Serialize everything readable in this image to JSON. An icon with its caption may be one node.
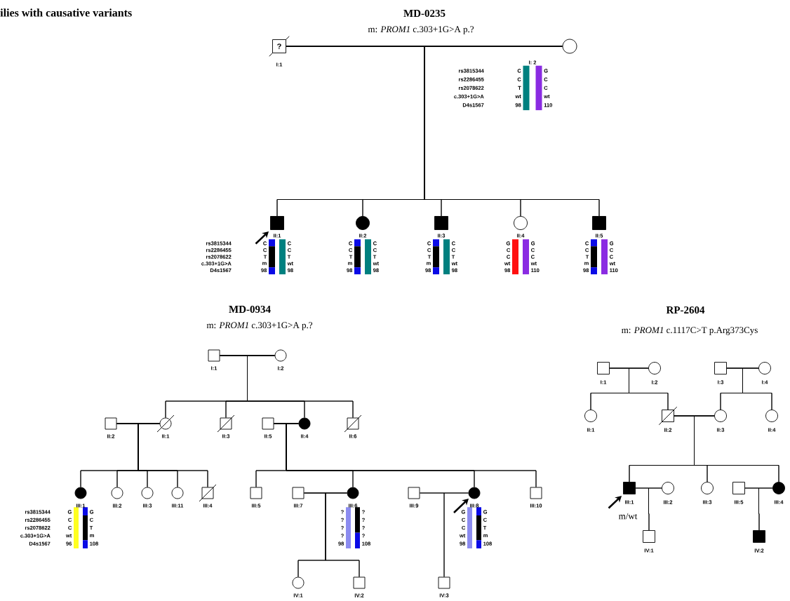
{
  "diagram": {
    "title": "ilies with causative variants",
    "nodes": [
      {
        "text": [
          "?"
        ],
        "beside": [
          "I:1"
        ]
      },
      {
        "text": [],
        "shape": "circle",
        "beside": [
          "I: 2",
          "C",
          "C",
          "T",
          "wt",
          "98",
          "G",
          "C",
          "C",
          "wt",
          "110"
        ]
      },
      {
        "text": [],
        "shape": "box",
        "beside": [
          "II:1",
          "C",
          "C",
          "T",
          "m",
          "98",
          "C",
          "C",
          "T",
          "wt",
          "98"
        ]
      },
      {
        "text": [],
        "shape": "circle",
        "beside": [
          "II:2",
          "C",
          "C",
          "T",
          "m",
          "98",
          "C",
          "C",
          "T",
          "wt",
          "98"
        ]
      },
      {
        "text": [],
        "shape": "box",
        "beside": [
          "II:3",
          "C",
          "C",
          "T",
          "m",
          "98",
          "C",
          "C",
          "T",
          "wt",
          "98"
        ]
      },
      {
        "text": [],
        "shape": "circle",
        "beside": [
          "II:4",
          "G",
          "C",
          "C",
          "wt",
          "98",
          "G",
          "C",
          "C",
          "wt",
          "110"
        ]
      },
      {
        "text": [],
        "shape": "box",
        "beside": [
          "II:5",
          "C",
          "C",
          "T",
          "m",
          "98",
          "G",
          "C",
          "C",
          "wt",
          "110"
        ]
      },
      {
        "text": [],
        "shape": "box",
        "beside": [
          "I:1"
        ]
      },
      {
        "text": [],
        "shape": "circle",
        "beside": [
          "I:2"
        ]
      },
      {
        "text": [],
        "shape": "box",
        "beside": [
          "II:2"
        ]
      },
      {
        "text": [],
        "shape": "circle",
        "beside": [
          "II:1"
        ]
      },
      {
        "text": [],
        "shape": "box",
        "beside": [
          "II:3"
        ]
      },
      {
        "text": [],
        "shape": "box",
        "beside": [
          "II:5"
        ]
      },
      {
        "text": [],
        "shape": "circle",
        "beside": [
          "II:4"
        ]
      },
      {
        "text": [],
        "shape": "box",
        "beside": [
          "II:6"
        ]
      },
      {
        "text": [],
        "shape": "circle",
        "beside": [
          "III:1",
          "G",
          "C",
          "C",
          "wt",
          "96",
          "G",
          "C",
          "T",
          "m",
          "108"
        ]
      },
      {
        "text": [],
        "shape": "circle",
        "beside": [
          "III:2"
        ]
      },
      {
        "text": [],
        "shape": "circle",
        "beside": [
          "III:3"
        ]
      },
      {
        "text": [],
        "shape": "circle",
        "beside": [
          "III:11"
        ]
      },
      {
        "text": [],
        "shape": "box",
        "beside": [
          "III:4"
        ]
      },
      {
        "text": [],
        "shape": "box",
        "beside": [
          "III:5"
        ]
      },
      {
        "text": [],
        "shape": "box",
        "beside": [
          "III:7"
        ]
      },
      {
        "text": [],
        "shape": "circle",
        "beside": [
          "III:6",
          "?",
          "?",
          "?",
          "?",
          "98",
          "?",
          "?",
          "?",
          "?",
          "108"
        ]
      },
      {
        "text": [],
        "shape": "box",
        "beside": [
          "III:9"
        ]
      },
      {
        "text": [],
        "shape": "circle",
        "beside": [
          "III:8",
          "G",
          "C",
          "C",
          "wt",
          "98",
          "G",
          "C",
          "T",
          "m",
          "108"
        ]
      },
      {
        "text": [],
        "shape": "box",
        "beside": [
          "III:10"
        ]
      },
      {
        "text": [],
        "shape": "circle",
        "beside": [
          "IV:1"
        ]
      },
      {
        "text": [],
        "shape": "box",
        "beside": [
          "IV:2"
        ]
      },
      {
        "text": [],
        "shape": "box",
        "beside": [
          "IV:3"
        ]
      },
      {
        "text": [],
        "shape": "box",
        "beside": [
          "I:1"
        ]
      },
      {
        "text": [],
        "shape": "circle",
        "beside": [
          "I:2"
        ]
      },
      {
        "text": [],
        "shape": "box",
        "beside": [
          "I:3"
        ]
      },
      {
        "text": [],
        "shape": "circle",
        "beside": [
          "I:4"
        ]
      },
      {
        "text": [],
        "shape": "circle",
        "beside": [
          "II:1"
        ]
      },
      {
        "text": [],
        "shape": "box",
        "beside": [
          "II:2"
        ]
      },
      {
        "text": [],
        "shape": "circle",
        "beside": [
          "II:3"
        ]
      },
      {
        "text": [],
        "shape": "circle",
        "beside": [
          "II:4"
        ]
      },
      {
        "text": [],
        "shape": "box",
        "beside": [
          "III:1",
          "m/wt"
        ]
      },
      {
        "text": [],
        "shape": "circle",
        "beside": [
          "III:2"
        ]
      },
      {
        "text": [],
        "shape": "circle",
        "beside": [
          "III:3"
        ]
      },
      {
        "text": [],
        "shape": "box",
        "beside": [
          "III:5"
        ]
      },
      {
        "text": [],
        "shape": "circle",
        "beside": [
          "III:4"
        ]
      },
      {
        "text": [],
        "shape": "box",
        "beside": [
          "IV:1"
        ]
      },
      {
        "text": [],
        "shape": "box",
        "beside": [
          "IV:2"
        ]
      }
    ],
    "edges": [
      {
        "from": 0,
        "to": 1,
        "arrow": "none"
      },
      {
        "from": 0,
        "to": 2,
        "arrow": "none"
      },
      {
        "from": 1,
        "to": 2,
        "arrow": "none"
      },
      {
        "from": 0,
        "to": 3,
        "arrow": "none"
      },
      {
        "from": 1,
        "to": 3,
        "arrow": "none"
      },
      {
        "from": 0,
        "to": 4,
        "arrow": "none"
      },
      {
        "from": 1,
        "to": 4,
        "arrow": "none"
      },
      {
        "from": 0,
        "to": 5,
        "arrow": "none"
      },
      {
        "from": 1,
        "to": 5,
        "arrow": "none"
      },
      {
        "from": 0,
        "to": 6,
        "arrow": "none"
      },
      {
        "from": 1,
        "to": 6,
        "arrow": "none"
      },
      {
        "from": null,
        "to": 2,
        "arrow": "to",
        "style": "thick"
      },
      {
        "from": 7,
        "to": 8,
        "arrow": "none"
      },
      {
        "from": 7,
        "to": 10,
        "arrow": "none"
      },
      {
        "from": 8,
        "to": 10,
        "arrow": "none"
      },
      {
        "from": 7,
        "to": 11,
        "arrow": "none"
      },
      {
        "from": 8,
        "to": 11,
        "arrow": "none"
      },
      {
        "from": 7,
        "to": 13,
        "arrow": "none"
      },
      {
        "from": 8,
        "to": 13,
        "arrow": "none"
      },
      {
        "from": 7,
        "to": 14,
        "arrow": "none"
      },
      {
        "from": 8,
        "to": 14,
        "arrow": "none"
      },
      {
        "from": 9,
        "to": 10,
        "arrow": "none"
      },
      {
        "from": 12,
        "to": 13,
        "arrow": "none"
      },
      {
        "from": 9,
        "to": 15,
        "arrow": "none"
      },
      {
        "from": 10,
        "to": 15,
        "arrow": "none"
      },
      {
        "from": 9,
        "to": 16,
        "arrow": "none"
      },
      {
        "from": 10,
        "to": 16,
        "arrow": "none"
      },
      {
        "from": 9,
        "to": 17,
        "arrow": "none"
      },
      {
        "from": 10,
        "to": 17,
        "arrow": "none"
      },
      {
        "from": 9,
        "to": 18,
        "arrow": "none"
      },
      {
        "from": 10,
        "to": 18,
        "arrow": "none"
      },
      {
        "from": 9,
        "to": 19,
        "arrow": "none"
      },
      {
        "from": 10,
        "to": 19,
        "arrow": "none"
      },
      {
        "from": 12,
        "to": 20,
        "arrow": "none"
      },
      {
        "from": 13,
        "to": 20,
        "arrow": "none"
      },
      {
        "from": 12,
        "to": 22,
        "arrow": "none"
      },
      {
        "from": 13,
        "to": 22,
        "arrow": "none"
      },
      {
        "from": 12,
        "to": 24,
        "arrow": "none"
      },
      {
        "from": 13,
        "to": 24,
        "arrow": "none"
      },
      {
        "from": 12,
        "to": 25,
        "arrow": "none"
      },
      {
        "from": 13,
        "to": 25,
        "arrow": "none"
      },
      {
        "from": 21,
        "to": 22,
        "arrow": "none"
      },
      {
        "from": 23,
        "to": 24,
        "arrow": "none"
      },
      {
        "from": null,
        "to": 24,
        "arrow": "to",
        "style": "thick"
      },
      {
        "from": 21,
        "to": 26,
        "arrow": "none"
      },
      {
        "from": 22,
        "to": 26,
        "arrow": "none"
      },
      {
        "from": 21,
        "to": 27,
        "arrow": "none"
      },
      {
        "from": 22,
        "to": 27,
        "arrow": "none"
      },
      {
        "from": 23,
        "to": 28,
        "arrow": "none"
      },
      {
        "from": 24,
        "to": 28,
        "arrow": "none"
      },
      {
        "from": 29,
        "to": 30,
        "arrow": "none"
      },
      {
        "from": 31,
        "to": 32,
        "arrow": "none"
      },
      {
        "from": 29,
        "to": 33,
        "arrow": "none"
      },
      {
        "from": 30,
        "to": 33,
        "arrow": "none"
      },
      {
        "from": 29,
        "to": 34,
        "arrow": "none"
      },
      {
        "from": 30,
        "to": 34,
        "arrow": "none"
      },
      {
        "from": 31,
        "to": 35,
        "arrow": "none"
      },
      {
        "from": 32,
        "to": 35,
        "arrow": "none"
      },
      {
        "from": 31,
        "to": 36,
        "arrow": "none"
      },
      {
        "from": 32,
        "to": 36,
        "arrow": "none"
      },
      {
        "from": 34,
        "to": 35,
        "arrow": "none"
      },
      {
        "from": 34,
        "to": 37,
        "arrow": "none"
      },
      {
        "from": 35,
        "to": 37,
        "arrow": "none"
      },
      {
        "from": 34,
        "to": 39,
        "arrow": "none"
      },
      {
        "from": 35,
        "to": 39,
        "arrow": "none"
      },
      {
        "from": 34,
        "to": 41,
        "arrow": "none"
      },
      {
        "from": 35,
        "to": 41,
        "arrow": "none"
      },
      {
        "from": 37,
        "to": 38,
        "arrow": "none"
      },
      {
        "from": 40,
        "to": 41,
        "arrow": "none"
      },
      {
        "from": null,
        "to": 37,
        "arrow": "to",
        "style": "thick"
      },
      {
        "from": 37,
        "to": 42,
        "arrow": "none"
      },
      {
        "from": 38,
        "to": 42,
        "arrow": "none"
      },
      {
        "from": 40,
        "to": 43,
        "arrow": "none"
      },
      {
        "from": 41,
        "to": 43,
        "arrow": "none"
      }
    ],
    "labels": [
      "MD-0235",
      "m: *PROM1* c.303+1G>A p.?",
      "rs3815344",
      "rs2286455",
      "rs2078622",
      "c.303+1G>A",
      "D4s1567",
      "rs3815344",
      "rs2286455",
      "rs2078622",
      "c.303+1G>A",
      "D4s1567",
      "MD-0934",
      "m: *PROM1* c.303+1G>A p.?",
      "rs3815344",
      "rs2286455",
      "rs2078622",
      "c.303+1G>A",
      "D4s1567",
      "RP-2604",
      "m: *PROM1* c.1117C>T p.Arg373Cys"
    ]
  }
}
